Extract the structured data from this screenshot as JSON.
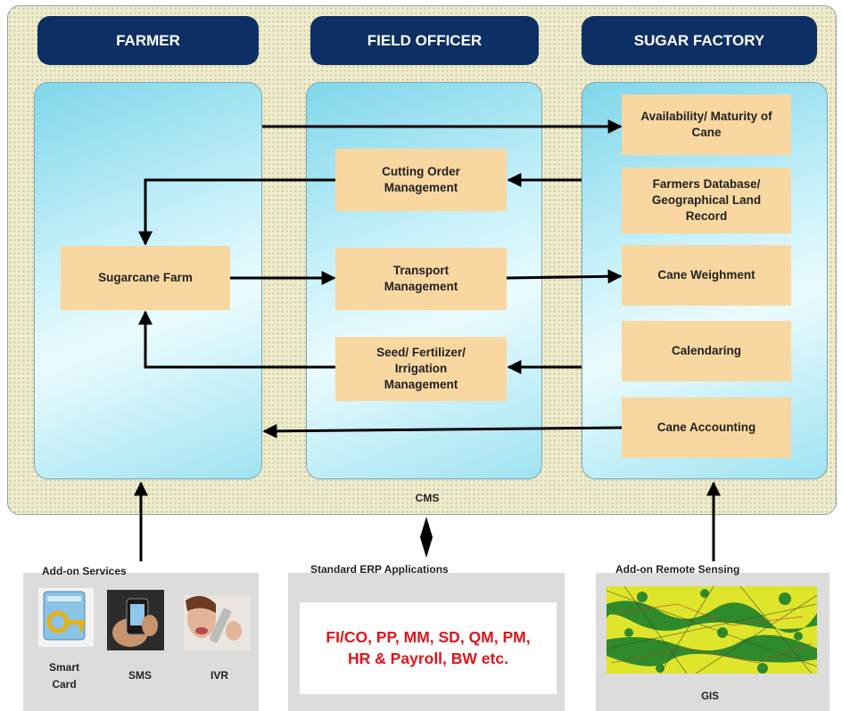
{
  "headers": {
    "farmer": "FARMER",
    "field_officer": "FIELD OFFICER",
    "sugar_factory": "SUGAR FACTORY"
  },
  "farmer": {
    "sugarcane_farm": "Sugarcane Farm"
  },
  "field_officer": {
    "cutting_order": "Cutting Order Management",
    "transport": "Transport Management",
    "seed": "Seed/ Fertilizer/ Irrigation Management"
  },
  "sugar_factory": {
    "availability": "Availability/ Maturity of Cane",
    "farmers_db": "Farmers Database/ Geographical Land Record",
    "weighment": "Cane Weighment",
    "calendaring": "Calendaring",
    "accounting": "Cane Accounting"
  },
  "cms_label": "CMS",
  "addon_services": {
    "title": "Add-on Services",
    "items": [
      {
        "label": "Smart Card",
        "icon": "smart-card-icon"
      },
      {
        "label": "SMS",
        "icon": "mobile-phone-icon"
      },
      {
        "label": "IVR",
        "icon": "ivr-phone-icon"
      }
    ]
  },
  "erp": {
    "title": "Standard ERP Applications",
    "text": "FI/CO, PP, MM, SD, QM, PM, HR & Payroll, BW etc."
  },
  "remote_sensing": {
    "title": "Add-on Remote Sensing",
    "map_label": "GIS"
  },
  "colors": {
    "header": "#0d2f63",
    "box": "#f9d7a0",
    "erp_text": "#e0141a"
  }
}
